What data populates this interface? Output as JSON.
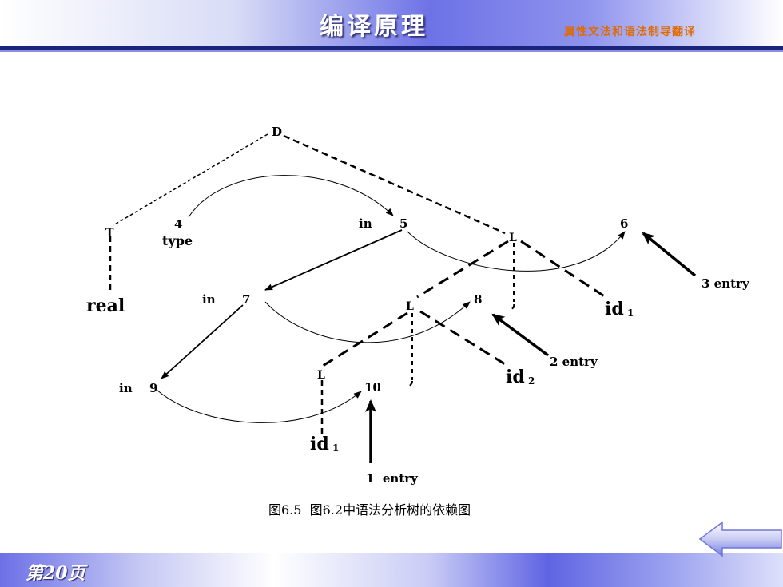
{
  "header": {
    "title": "编译原理",
    "subtitle": "属性文法和语法制导翻译"
  },
  "footer": {
    "page": "第20页"
  },
  "diagram": {
    "caption": "图6.5  图6.2中语法分析树的依赖图",
    "nodes": {
      "D": "D",
      "T": "T",
      "L_top": "L",
      "L_mid": "L",
      "L_low": "L",
      "real": "real",
      "type": "type",
      "id1_a": "id",
      "id2": "id",
      "id1_b": "id",
      "id1_a_sub": "1",
      "id2_sub": "2",
      "id1_b_sub": "1",
      "comma1": ",",
      "comma2": ","
    },
    "numbers": {
      "n4": "4",
      "n5": "5",
      "n6": "6",
      "n7": "7",
      "n8": "8",
      "n9": "9",
      "n10": "10"
    },
    "in_labels": {
      "in5": "in",
      "in7": "in",
      "in9": "in"
    },
    "entries": {
      "e3": "3 entry",
      "e2": "2 entry",
      "e1": "1  entry"
    }
  }
}
